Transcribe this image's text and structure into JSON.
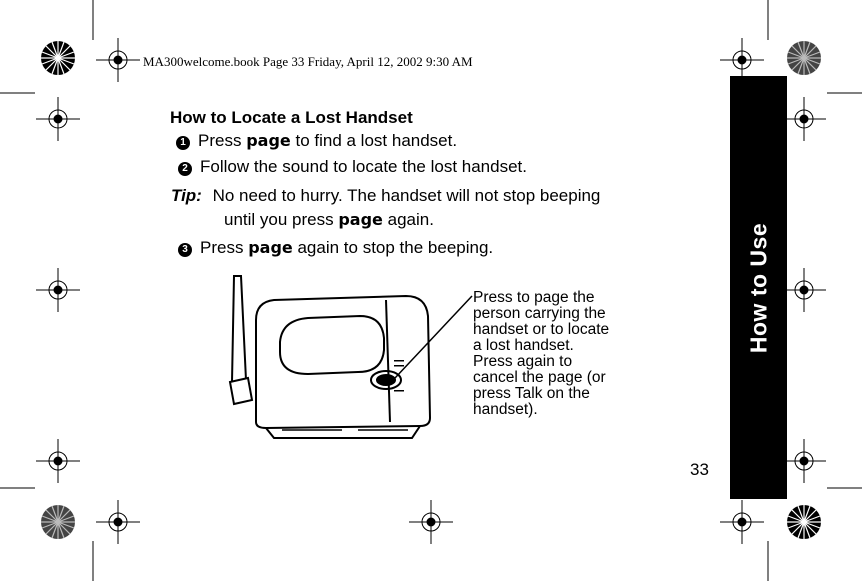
{
  "header": {
    "file_line": "MA300welcome.book  Page 33  Friday, April 12, 2002  9:30 AM"
  },
  "side_tab": {
    "label": "How to Use"
  },
  "section": {
    "heading": "How to Locate a Lost Handset",
    "steps": [
      {
        "num": "1",
        "before": "Press ",
        "keyword": "page",
        "after": " to find a lost handset."
      },
      {
        "num": "2",
        "text": "Follow the sound to locate the lost handset."
      },
      {
        "num": "3",
        "before": "Press ",
        "keyword": "page",
        "after": " again to stop the beeping."
      }
    ],
    "tip": {
      "label": "Tip:",
      "line1": "No need to hurry. The handset will not stop beeping",
      "line2_before": "until you press ",
      "line2_keyword": "page",
      "line2_after": " again."
    }
  },
  "figure": {
    "callout_lines": [
      "Press to page the",
      "person carrying the",
      "handset or to locate",
      "a lost handset.",
      "Press again to",
      "cancel the page (or",
      "press Talk on the",
      "handset)."
    ]
  },
  "page_number": "33"
}
